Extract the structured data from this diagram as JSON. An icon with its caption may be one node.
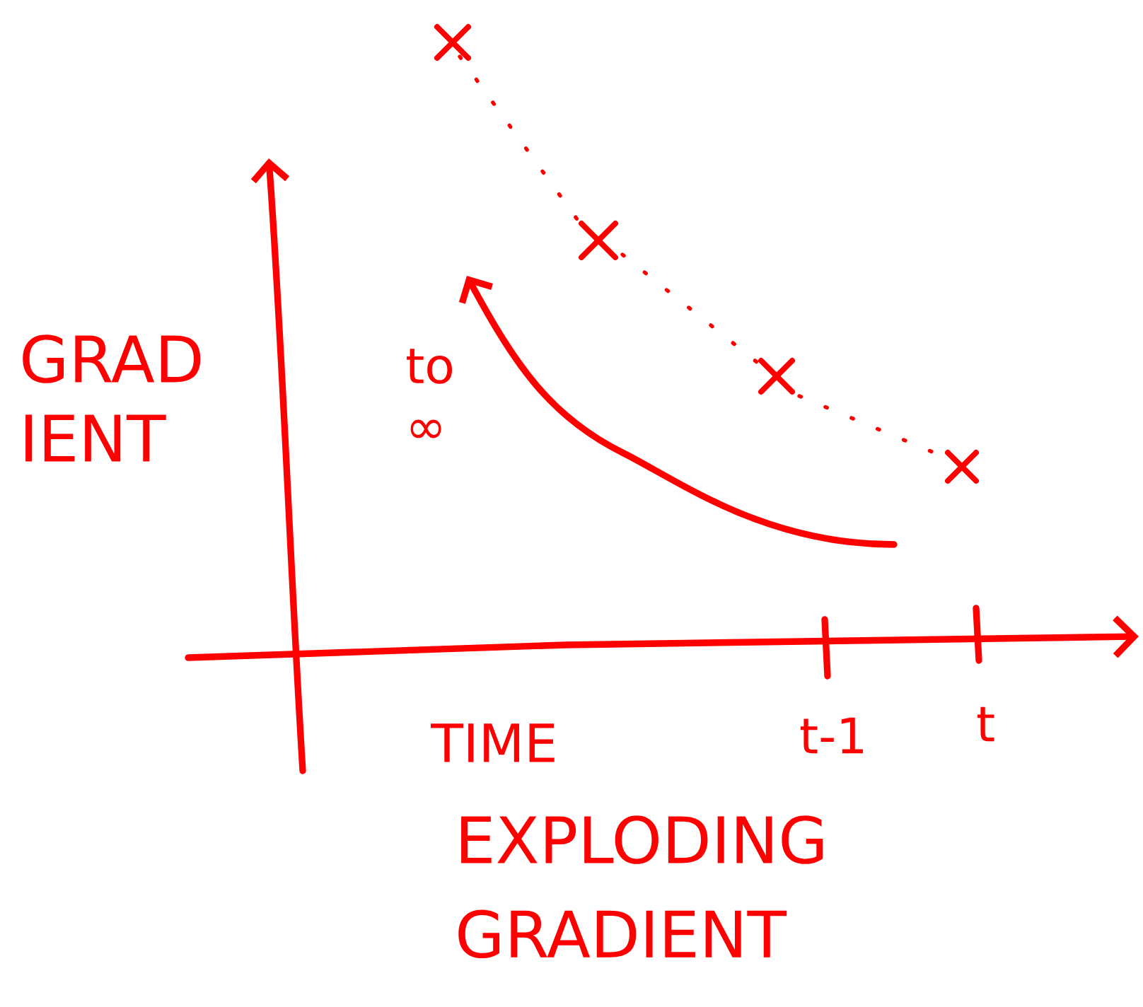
{
  "diagram": {
    "caption": "EXPLODING GRADIENT",
    "labels": [
      "GRAD IENT",
      "to ∞",
      "t-1",
      "t",
      "TIME"
    ]
  }
}
